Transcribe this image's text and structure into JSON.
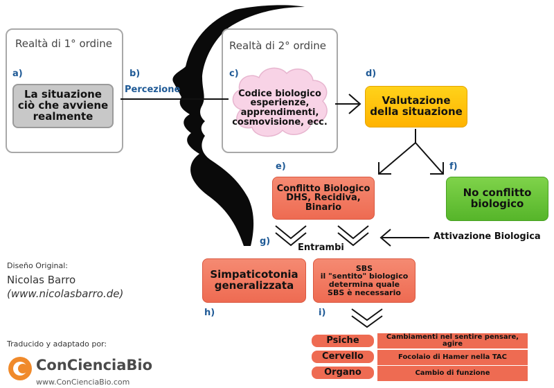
{
  "frames": {
    "first_order": "Realtà di 1° ordine",
    "second_order": "Realtà di 2° ordine"
  },
  "letters": {
    "a": "a)",
    "b": "b)",
    "c": "c)",
    "d": "d)",
    "e": "e)",
    "f": "f)",
    "g": "g)",
    "h": "h)",
    "i": "i)"
  },
  "nodes": {
    "situation": [
      "La situazione",
      "ciò che avviene",
      "realmente"
    ],
    "perception": "Percezione",
    "biocode": [
      "Codice biologico",
      "esperienze,",
      "apprendimenti,",
      "cosmovisione, ecc."
    ],
    "evaluation": [
      "Valutazione",
      "della situazione"
    ],
    "conflict": [
      "Conflitto Biologico",
      "DHS, Recidiva,",
      "Binario"
    ],
    "no_conflict": [
      "No conflitto",
      "biologico"
    ],
    "activation": "Attivazione Biologica",
    "both": "Entrambi",
    "sympathicotonia": [
      "Simpaticotonia",
      "generalizzata"
    ],
    "sbs": [
      "SBS",
      "il \"sentito\" biologico",
      "determina quale",
      "SBS è necessario"
    ]
  },
  "levels": [
    {
      "label": "Psiche",
      "desc": "Cambiamenti nel sentire pensare, agire"
    },
    {
      "label": "Cervello",
      "desc": "Focolaio di Hamer nella TAC"
    },
    {
      "label": "Organo",
      "desc": "Cambio di funzione"
    }
  ],
  "credits": {
    "original_label": "Diseño Original:",
    "author": "Nicolas Barro",
    "author_url": "(www.nicolasbarro.de)",
    "translated_label": "Traducido y adaptado por:",
    "brand": "ConCienciaBio",
    "brand_url": "www.ConCienciaBio.com"
  },
  "colors": {
    "accent_blue": "#1f5a96",
    "red": "#ee6b52",
    "orange": "#ffb300",
    "green": "#56b52a",
    "gray": "#c8c8c8",
    "cloud": "#f8d3e6"
  }
}
